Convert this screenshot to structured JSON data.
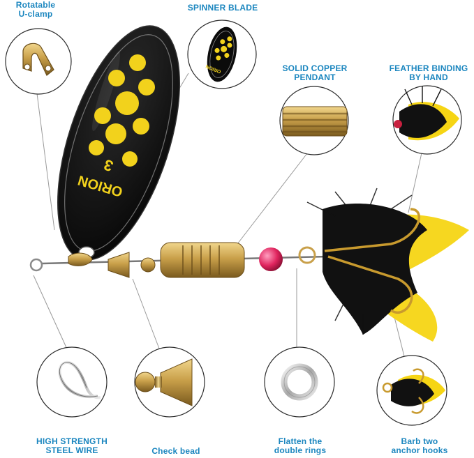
{
  "labels": {
    "u_clamp": [
      "Rotatable",
      "U-clamp"
    ],
    "spinner_blade": [
      "SPINNER BLADE"
    ],
    "copper_pendant": [
      "SOLID COPPER",
      "PENDANT"
    ],
    "feather_binding": [
      "FEATHER BINDING",
      "BY HAND"
    ],
    "steel_wire": [
      "HIGH STRENGTH",
      "STEEL WIRE"
    ],
    "check_bead": [
      "Check bead"
    ],
    "double_rings": [
      "Flatten the",
      "double rings"
    ],
    "anchor_hooks": [
      "Barb two",
      "anchor hooks"
    ]
  },
  "blade_text": {
    "number": "3",
    "brand": "ORION"
  },
  "colors": {
    "label": "#1b86bf",
    "blade": "#0b0b0b",
    "dots": "#f2d21c",
    "brass": "#c9a04a",
    "bead": "#e0245e",
    "feather_black": "#111111",
    "feather_yellow": "#f6d514",
    "circle_border": "#1f1f1f",
    "leader": "#9a9a9a"
  }
}
